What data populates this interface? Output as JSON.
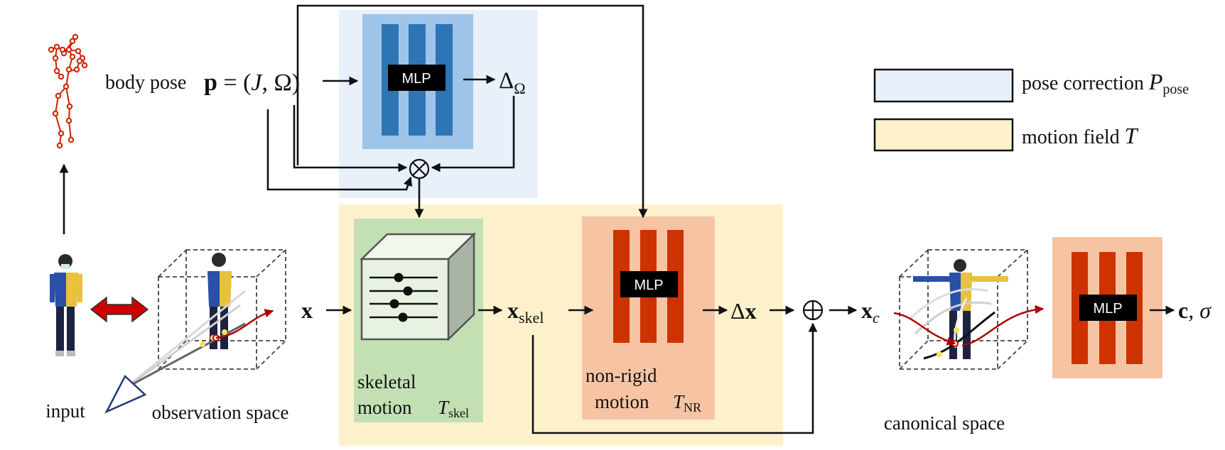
{
  "colors": {
    "pose_bg": "#e8f0fa",
    "motion_bg": "#fdf1cc",
    "mlp_blue_bg": "#9fc4e9",
    "mlp_blue_bar": "#2e75b6",
    "green_bg": "#c3e0b4",
    "orange_bg": "#f7c4a3",
    "red_bar": "#cc3300",
    "skeleton_red": "#cc2200"
  },
  "labels": {
    "body_pose": "body pose",
    "body_pose_math": "p = (J, Ω)",
    "delta_omega": "ΔΩ",
    "otimes": "⊗",
    "oplus": "⊕",
    "x": "x",
    "x_skel": "xskel",
    "delta_x": "Δx",
    "x_c": "xc",
    "c_sigma": "c, σ",
    "input": "input",
    "observation_space": "observation space",
    "canonical_space": "canonical space",
    "skeletal": "skeletal",
    "motion": "motion",
    "t_skel": "Tskel",
    "non_rigid": "non-rigid",
    "motion2": "motion",
    "t_nr": "TNR"
  },
  "mlp": {
    "pose_label": "MLP",
    "nonrigid_label": "MLP",
    "canonical_label": "MLP"
  },
  "legend": {
    "pose_text": "pose correction",
    "pose_symbol": "Ppose",
    "motion_text": "motion field",
    "motion_symbol": "T"
  }
}
